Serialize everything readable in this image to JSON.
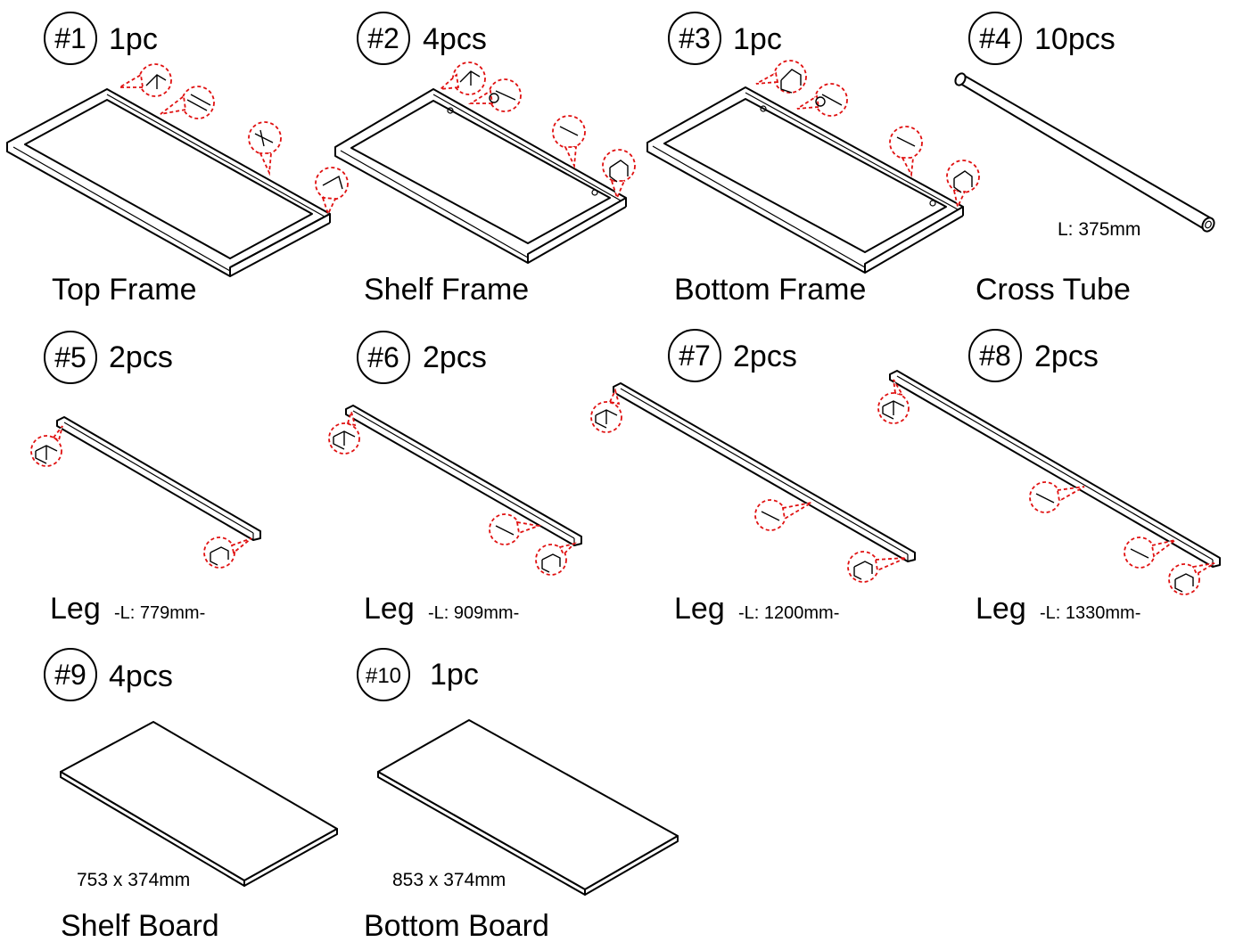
{
  "parts": [
    {
      "number": "#1",
      "quantity": "1pc",
      "name": "Top Frame"
    },
    {
      "number": "#2",
      "quantity": "4pcs",
      "name": "Shelf Frame"
    },
    {
      "number": "#3",
      "quantity": "1pc",
      "name": "Bottom Frame"
    },
    {
      "number": "#4",
      "quantity": "10pcs",
      "name": "Cross Tube",
      "dimension": "L: 375mm"
    },
    {
      "number": "#5",
      "quantity": "2pcs",
      "name": "Leg",
      "dimension": "-L: 779mm-"
    },
    {
      "number": "#6",
      "quantity": "2pcs",
      "name": "Leg",
      "dimension": "-L: 909mm-"
    },
    {
      "number": "#7",
      "quantity": "2pcs",
      "name": "Leg",
      "dimension": "-L: 1200mm-"
    },
    {
      "number": "#8",
      "quantity": "2pcs",
      "name": "Leg",
      "dimension": "-L: 1330mm-"
    },
    {
      "number": "#9",
      "quantity": "4pcs",
      "name": "Shelf Board",
      "dimension": "753 x 374mm"
    },
    {
      "number": "#10",
      "quantity": "1pc",
      "name": "Bottom Board",
      "dimension": "853 x 374mm"
    }
  ],
  "colors": {
    "line": "#000000",
    "callout": "#e01010",
    "background": "#ffffff"
  }
}
